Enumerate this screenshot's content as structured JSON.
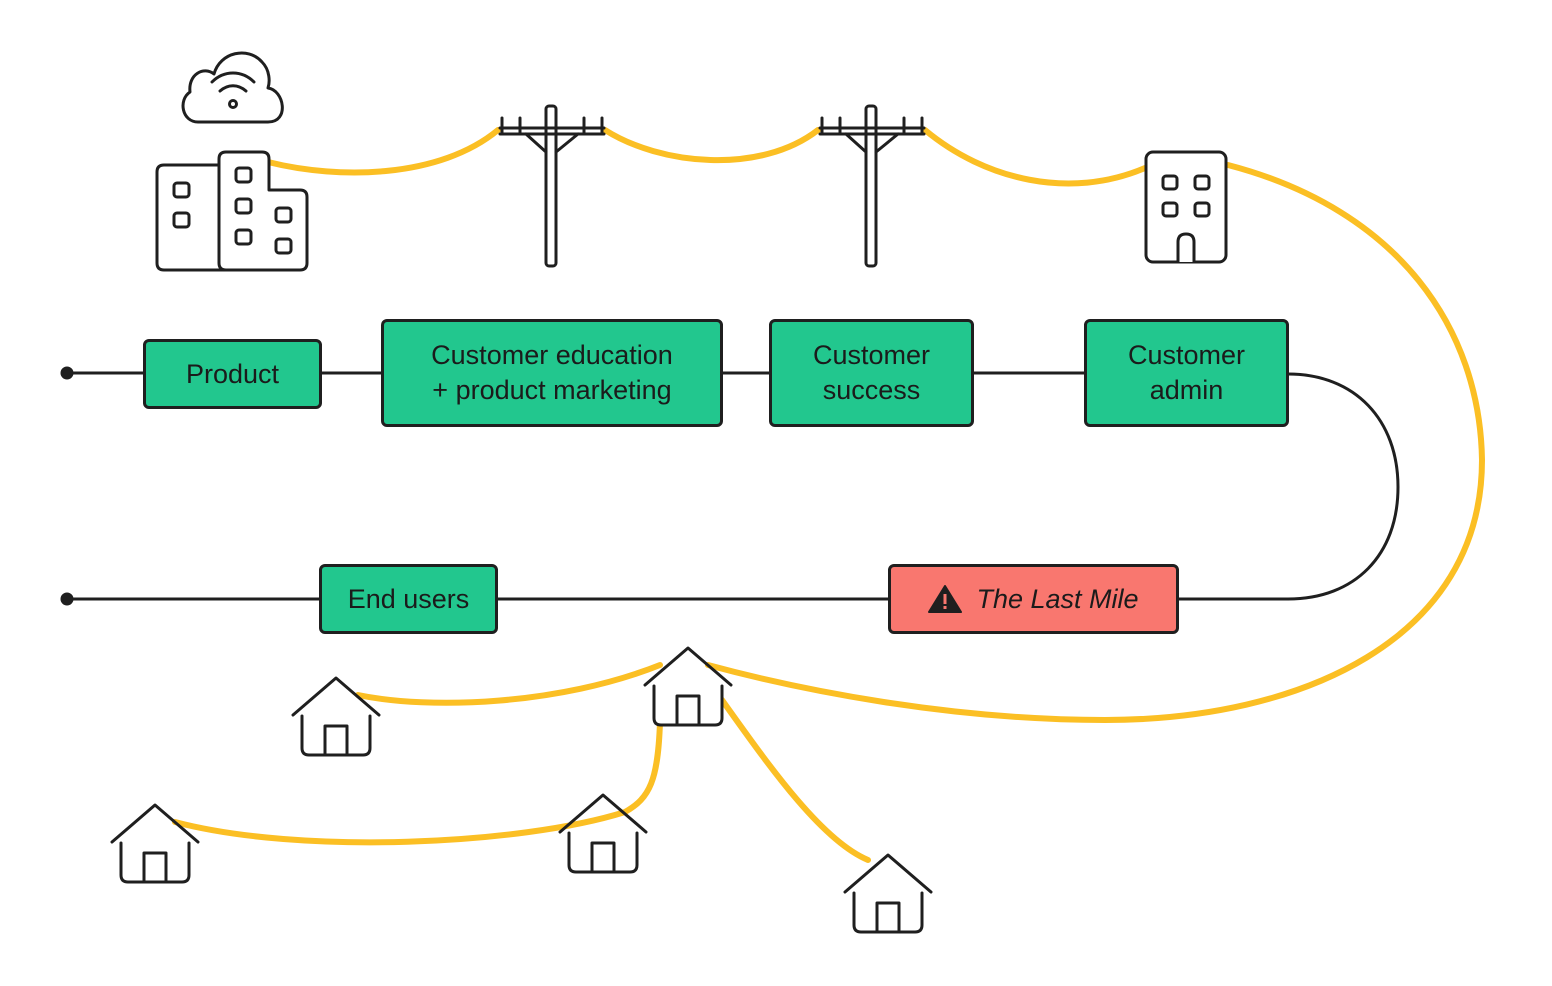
{
  "nodes": {
    "product": "Product",
    "education": "Customer education\n+ product marketing",
    "success": "Customer\nsuccess",
    "admin": "Customer\nadmin",
    "end_users": "End users",
    "last_mile": "The Last Mile"
  },
  "colors": {
    "node_fill": "#22c78e",
    "warning_fill": "#f9776f",
    "wire": "#fbbf24",
    "outline": "#1f1f1f"
  },
  "icons": [
    "cloud-wifi-icon",
    "office-buildings-icon",
    "utility-pole-icon",
    "office-building-icon",
    "house-icon",
    "warning-icon"
  ]
}
